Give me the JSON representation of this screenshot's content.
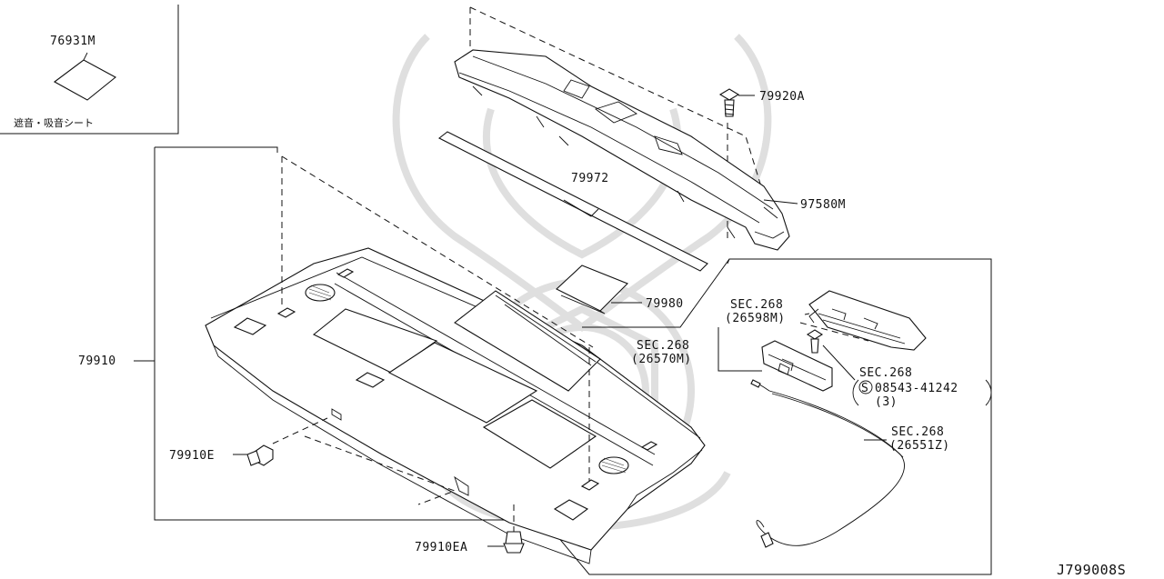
{
  "figure_id": "J799008S",
  "inset": {
    "part_number": "76931M",
    "caption": "遮音・吸音シート"
  },
  "callouts": {
    "p79920A": "79920A",
    "p79972": "79972",
    "p97580M": "97580M",
    "p79980": "79980",
    "p79910": "79910",
    "p79910E": "79910E",
    "p79910EA": "79910EA",
    "sec268_a": "SEC.268",
    "ref26598M": "(26598M)",
    "sec268_b": "SEC.268",
    "ref26570M": "(26570M)",
    "sec268_c": "SEC.268",
    "ref08543_symbol": "S",
    "ref08543": "08543-41242",
    "ref08543_qty": "(3)",
    "sec268_d": "SEC.268",
    "ref26551Z": "(26551Z)"
  },
  "icons": [
    "screw-icon",
    "clip-icon",
    "insulator-pad-icon",
    "watermark-logo-icon"
  ]
}
